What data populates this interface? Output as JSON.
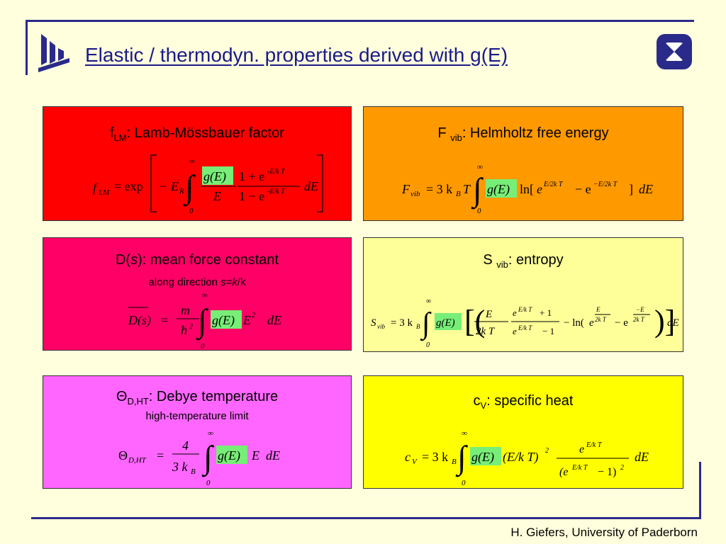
{
  "slide": {
    "title": "Elastic / thermodyn. properties derived with g(E)",
    "footer": "H. Giefers, University of Paderborn"
  },
  "colors": {
    "frame": "#2a2a8a",
    "title_text": "#1a1a8a",
    "box_red": "#ff0000",
    "box_orange": "#ff9900",
    "box_pink": "#ff0066",
    "box_lightyellow": "#ffff99",
    "box_magenta": "#ff66ff",
    "box_yellow": "#ffff00",
    "formula_highlight": "#77ee77"
  },
  "boxes": {
    "lamb": {
      "symbol": "f",
      "subscript": "LM",
      "label": ": Lamb-Mössbauer factor"
    },
    "helmholtz": {
      "symbol": "F ",
      "subscript": "vib",
      "label": ": Helmholtz free energy"
    },
    "force": {
      "symbol": "D(",
      "italic": "s",
      "label": "): mean force constant",
      "sub_pre": "along direction ",
      "sub_s": "s",
      "sub_eq": "=",
      "sub_k": "k",
      "sub_post": "/k"
    },
    "entropy": {
      "symbol": "S ",
      "subscript": "vib",
      "label": ": entropy"
    },
    "debye": {
      "symbol": "Θ",
      "subscript": "D,HT",
      "label": ": Debye temperature",
      "sub": "high-temperature limit"
    },
    "heat": {
      "symbol": "c",
      "subscript": "V",
      "label": ": specific heat"
    }
  },
  "icons": {
    "left": "university-logo-icon",
    "right": "university-seal-icon"
  }
}
